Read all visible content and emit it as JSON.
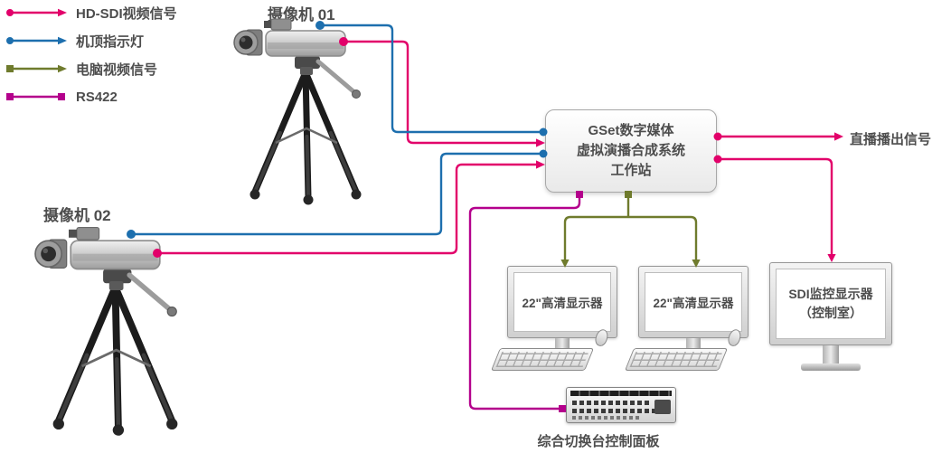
{
  "colors": {
    "hd_sdi": "#e2006a",
    "tally": "#1d6fae",
    "pc_video": "#6f7b2d",
    "rs422": "#b4008c",
    "text": "#4d4d4d"
  },
  "legend": {
    "items": [
      {
        "label": "HD-SDI视频信号",
        "marker": "dot-arrow"
      },
      {
        "label": "机顶指示灯",
        "marker": "dot-arrow"
      },
      {
        "label": "电脑视频信号",
        "marker": "square-arrow"
      },
      {
        "label": "RS422",
        "marker": "square-square"
      }
    ]
  },
  "cameras": {
    "cam1_label": "摄像机 01",
    "cam2_label": "摄像机 02"
  },
  "workstation": {
    "line1": "GSet数字媒体",
    "line2": "虚拟演播合成系统",
    "line3": "工作站"
  },
  "output_label": "直播播出信号",
  "monitors": {
    "monitor1_label": "22\"高清显示器",
    "monitor2_label": "22\"高清显示器",
    "sdi_line1": "SDI监控显示器",
    "sdi_line2": "（控制室）"
  },
  "switcher_label": "综合切换台控制面板"
}
